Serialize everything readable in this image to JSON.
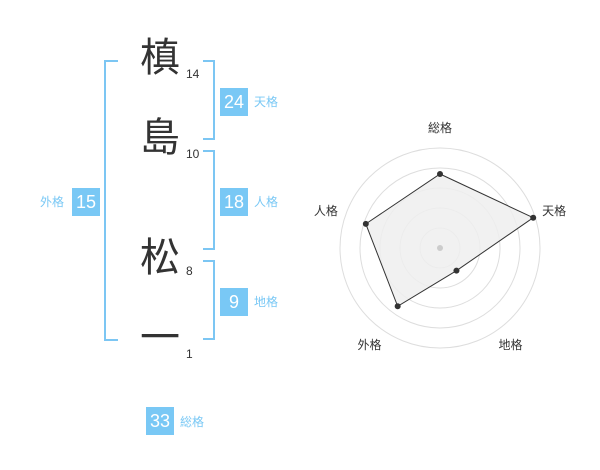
{
  "name_chars": [
    {
      "char": "槙",
      "strokes": "14"
    },
    {
      "char": "島",
      "strokes": "10"
    },
    {
      "char": "松",
      "strokes": "8"
    },
    {
      "char": "一",
      "strokes": "1"
    }
  ],
  "fortunes": {
    "tenkaku": {
      "value": "24",
      "label": "天格"
    },
    "jinkaku": {
      "value": "18",
      "label": "人格"
    },
    "chikaku": {
      "value": "9",
      "label": "地格"
    },
    "gaikaku": {
      "value": "15",
      "label": "外格"
    },
    "soukaku": {
      "value": "33",
      "label": "総格"
    }
  },
  "colors": {
    "accent": "#79c8f5",
    "bracket": "#7cc6f3",
    "text": "#333333",
    "radar_fill": "#eeeeee"
  },
  "chart_data": {
    "type": "radar",
    "axes": [
      "総格",
      "天格",
      "地格",
      "外格",
      "人格"
    ],
    "rings": 5,
    "values": [
      3.7,
      4.9,
      1.4,
      3.6,
      3.9
    ],
    "max": 5
  }
}
